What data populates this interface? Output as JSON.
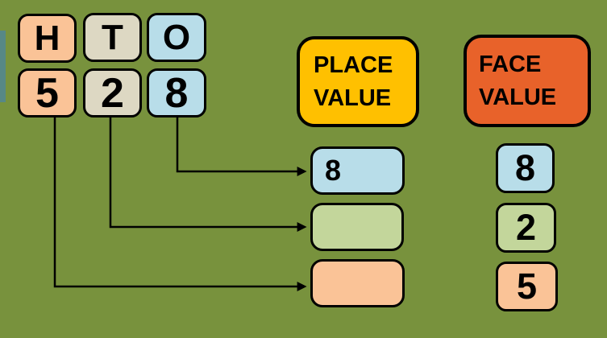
{
  "colors": {
    "background": "#78923D",
    "sliver": "#578886",
    "peach": "#FAC397",
    "tan": "#DDD8C3",
    "blue": "#B8DDE9",
    "green": "#C3D69B",
    "gold": "#FFC000",
    "orangered": "#E8622A",
    "line": "#000000"
  },
  "columns": {
    "hundreds": {
      "header": "H",
      "digit": "5"
    },
    "tens": {
      "header": "T",
      "digit": "2"
    },
    "ones": {
      "header": "O",
      "digit": "8"
    }
  },
  "place_value": {
    "title_line1": "PLACE",
    "title_line2": "VALUE",
    "results": {
      "ones": "8",
      "tens": "",
      "hundreds": ""
    }
  },
  "face_value": {
    "title_line1": "FACE",
    "title_line2": "VALUE",
    "results": {
      "ones": "8",
      "tens": "2",
      "hundreds": "5"
    }
  }
}
